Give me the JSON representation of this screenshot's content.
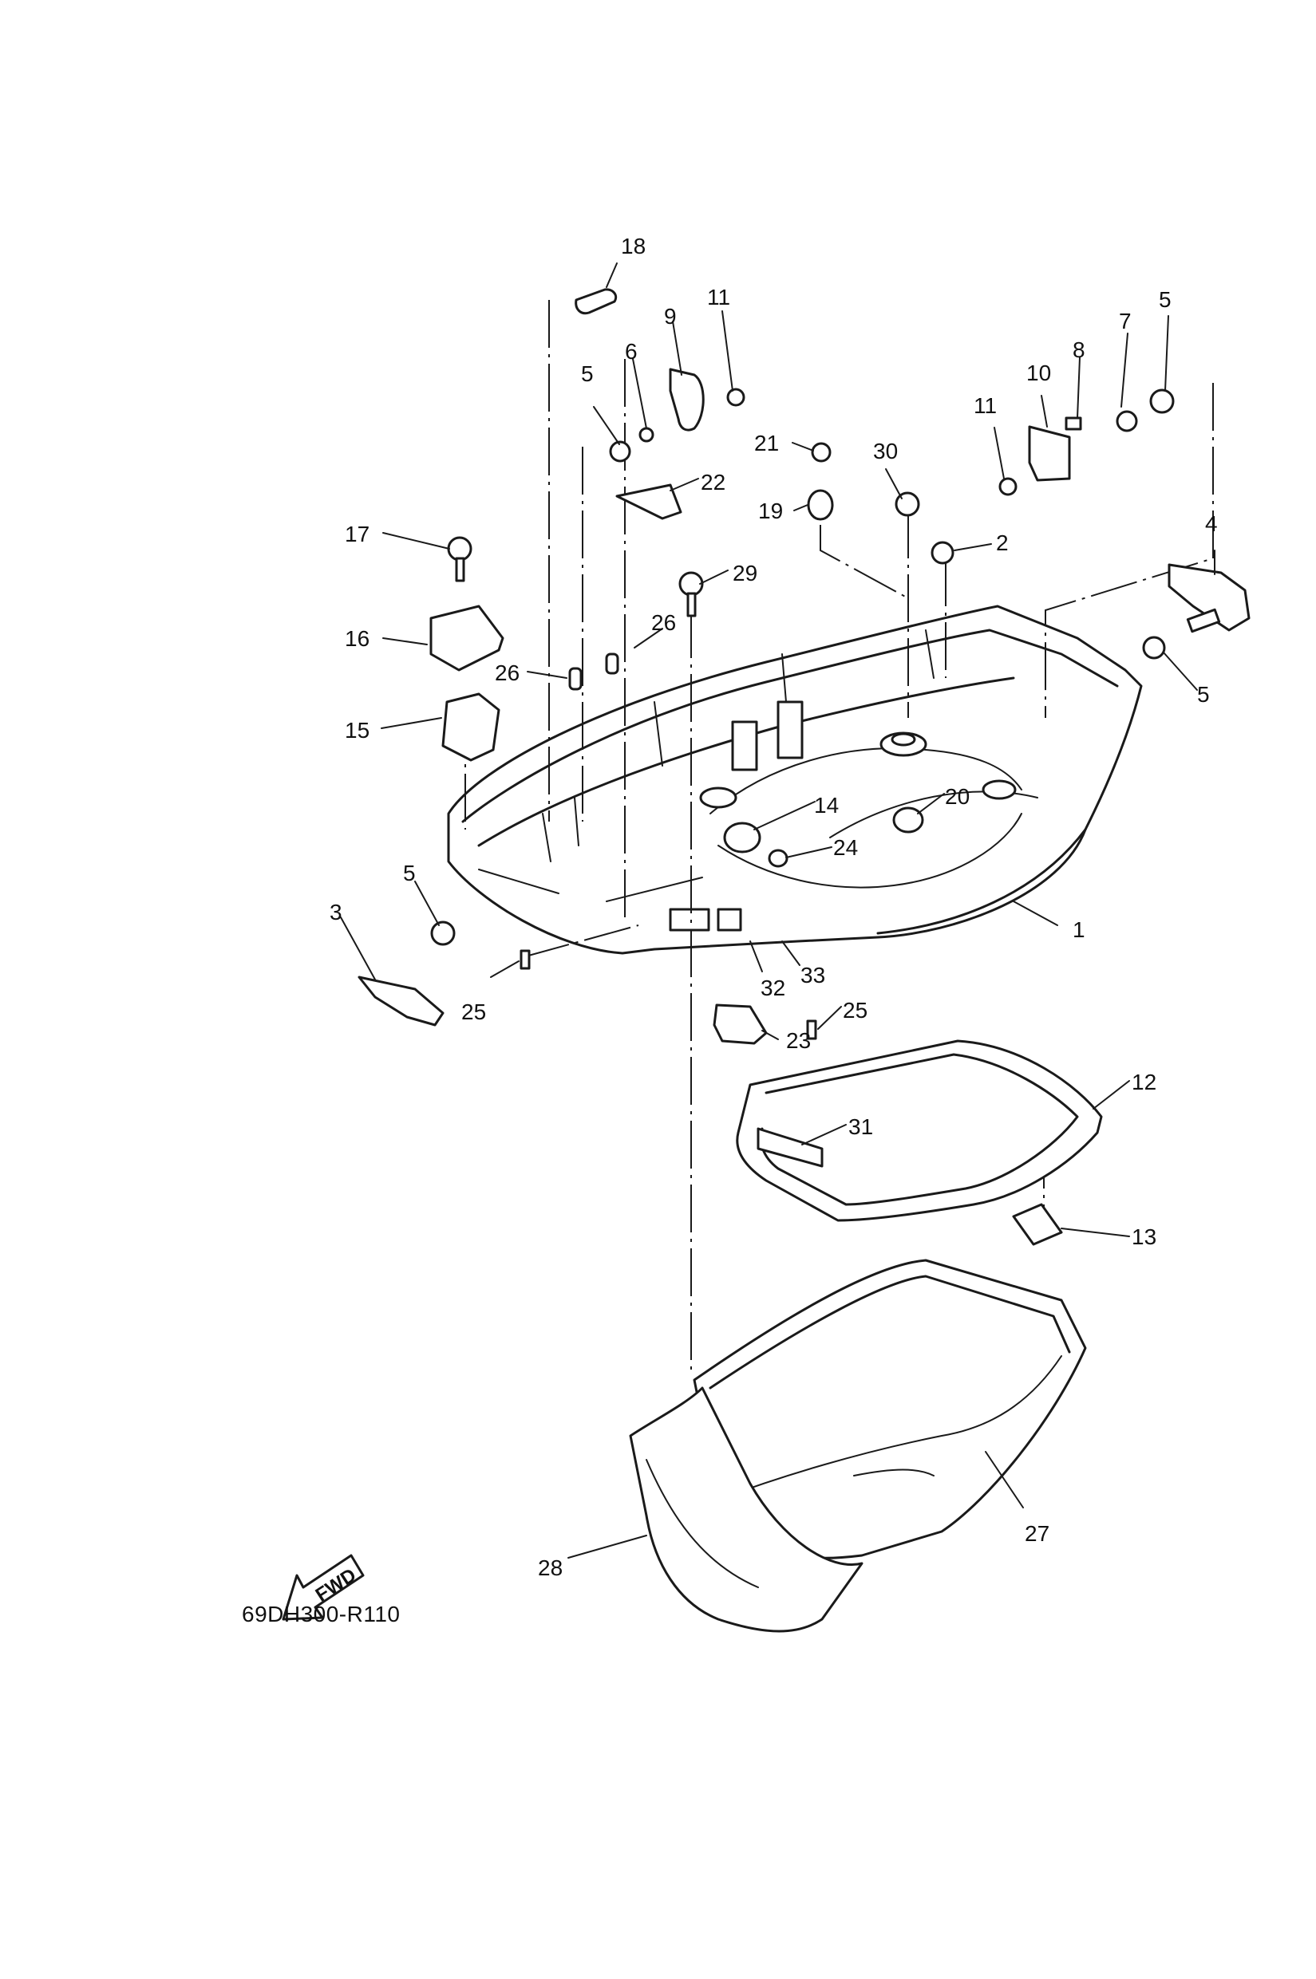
{
  "figure": {
    "code": "69DH300-R110",
    "direction_label": "FWD"
  },
  "callouts": {
    "c1": "1",
    "c2": "2",
    "c3": "3",
    "c4": "4",
    "c5a": "5",
    "c5b": "5",
    "c5c": "5",
    "c5d": "5",
    "c6": "6",
    "c7": "7",
    "c8": "8",
    "c9": "9",
    "c10": "10",
    "c11a": "11",
    "c11b": "11",
    "c12": "12",
    "c13": "13",
    "c14": "14",
    "c15": "15",
    "c16": "16",
    "c17": "17",
    "c18": "18",
    "c19": "19",
    "c20": "20",
    "c21": "21",
    "c22": "22",
    "c23": "23",
    "c24": "24",
    "c25a": "25",
    "c25b": "25",
    "c26a": "26",
    "c26b": "26",
    "c27": "27",
    "c28": "28",
    "c29": "29",
    "c30": "30",
    "c31": "31",
    "c32": "32",
    "c33": "33"
  }
}
